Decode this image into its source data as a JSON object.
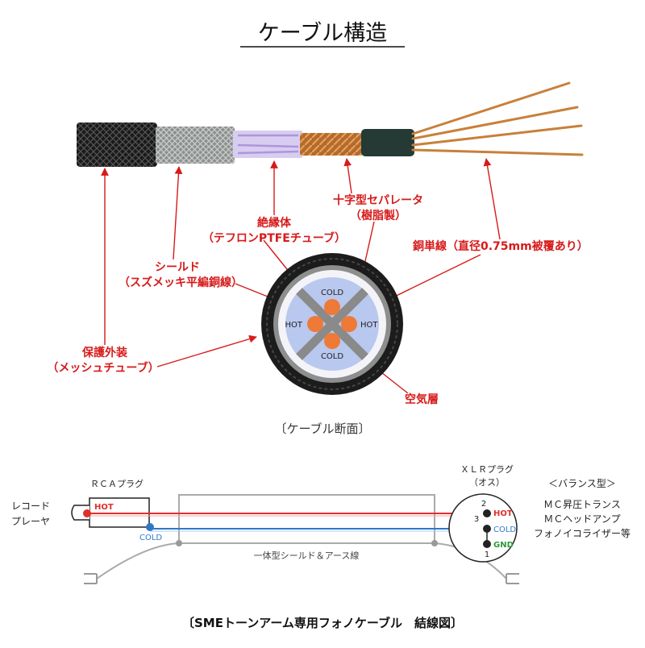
{
  "title": "ケーブル構造",
  "labels": {
    "jacket": [
      "保護外装",
      "（メッシュチューブ）"
    ],
    "shield": [
      "シールド",
      "（スズメッキ平編銅線）"
    ],
    "insulator": [
      "絶縁体",
      "（テフロンPTFEチューブ）"
    ],
    "separator": [
      "十字型セパレータ",
      "（樹脂製）"
    ],
    "conductor": "銅単線（直径0.75mm被覆あり）",
    "air_layer": "空気層"
  },
  "cross_section": {
    "caption": "〔ケーブル断面〕",
    "conductors": {
      "top": "COLD",
      "left": "HOT",
      "right": "HOT",
      "bottom": "COLD"
    }
  },
  "wiring": {
    "source": [
      "レコード",
      "プレーヤ"
    ],
    "rca_label": "ＲＣＡプラグ",
    "rca_hot": "HOT",
    "rca_cold": "COLD",
    "shield_label": "一体型シールド＆アース線",
    "xlr_label": [
      "ＸＬＲプラグ",
      "（オス）"
    ],
    "pins": [
      {
        "num": "2",
        "name": "HOT"
      },
      {
        "num": "3",
        "name": "COLD"
      },
      {
        "num": "1",
        "name": "GND"
      }
    ],
    "dest": [
      "＜バランス型＞",
      "ＭＣ昇圧トランス",
      "ＭＣヘッドアンプ",
      "フォノイコライザー等"
    ],
    "caption": "〔SMEトーンアーム専用フォノケーブル　結線図〕"
  },
  "colors": {
    "label_red": "#d71a1a",
    "hot_wire": "#e0302c",
    "cold_wire": "#2f78c8",
    "gnd_green": "#2a9a3a",
    "conductor_orange": "#ee7a38",
    "separator_gray": "#8a8a8a",
    "air_blue": "#b9c8ee"
  }
}
